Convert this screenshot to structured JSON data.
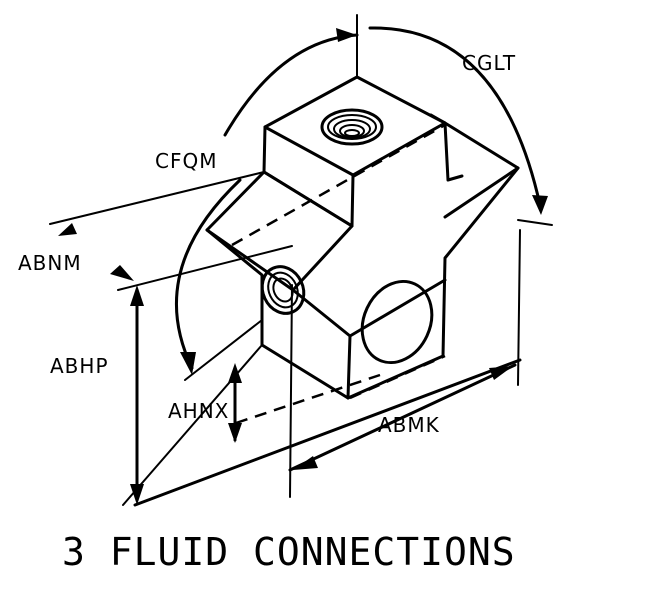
{
  "labels": {
    "cglt": "CGLT",
    "cfqm": "CFQM",
    "abnm": "ABNM",
    "abhp": "ABHP",
    "ahnx": "AHNX",
    "abmk": "ABMK"
  },
  "caption": "3 FLUID CONNECTIONS"
}
